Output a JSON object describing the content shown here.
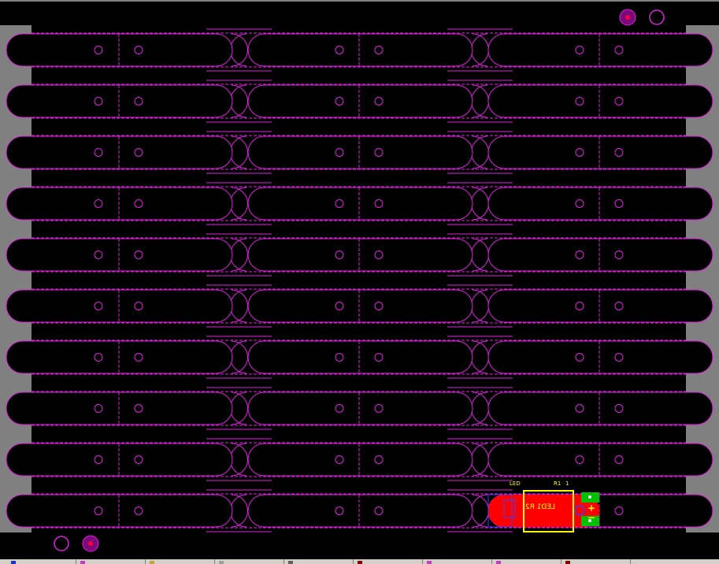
{
  "colors": {
    "canvas_bg": "#000000",
    "frame_gray": "#808080",
    "board_outline": "#e020e0",
    "mounting_hole_fill": "#7a0a7a",
    "mounting_hole_center": "#ff0040",
    "copper_top": "#ff0000",
    "silkscreen": "#ffff00",
    "pad_green": "#00c000",
    "via_blue": "#4040ff"
  },
  "panel": {
    "rows": 10,
    "columns": 3,
    "fiducials": [
      {
        "name": "top-right-filled",
        "type": "filled"
      },
      {
        "name": "top-right-open",
        "type": "open"
      },
      {
        "name": "bottom-left-open",
        "type": "open"
      },
      {
        "name": "bottom-left-filled",
        "type": "filled"
      }
    ]
  },
  "placed_board": {
    "row": 10,
    "column": 3,
    "labels": {
      "designator_left": "LED",
      "designator_right": "R1",
      "pad_number": "1",
      "mirrored_text": "LED1 R2",
      "plus_label": "+",
      "minus_label": "−"
    }
  },
  "status_bar": {
    "tab_icon_colors": [
      "#2030c0",
      "#c040c0",
      "#c0a040",
      "#a0a0a0",
      "#606060",
      "#800000",
      "#c040c0",
      "#c040c0",
      "#800000"
    ]
  }
}
